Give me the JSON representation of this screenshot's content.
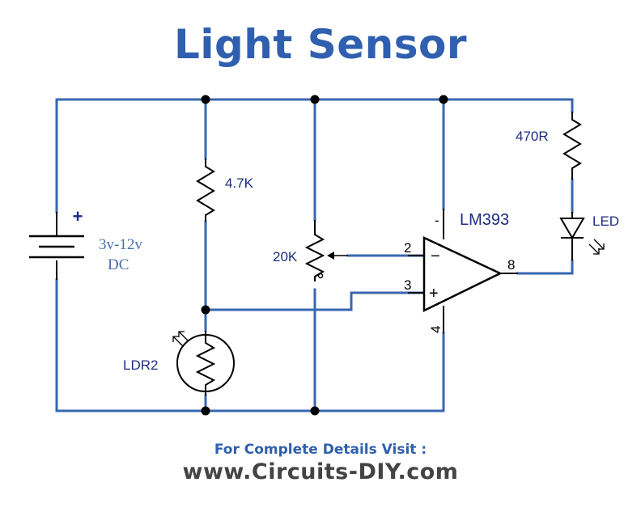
{
  "title": "Light Sensor",
  "footer": {
    "line1": "For Complete Details Visit :",
    "line2": "www.Circuits-DIY.com"
  },
  "labels": {
    "battery_plus": "+",
    "battery_voltage": "3v-12v",
    "battery_type": "DC",
    "resistor_1": "4.7K",
    "potentiometer": "20K",
    "ldr": "LDR2",
    "resistor_led": "470R",
    "led": "LED",
    "opamp": "LM393",
    "pin_2": "2",
    "pin_3": "3",
    "pin_4": "4",
    "pin_8": "8",
    "inv_minus": "-",
    "in_minus": "−",
    "in_plus": "+"
  },
  "colors": {
    "title": "#2f5fae",
    "wire": "#3867b0",
    "component": "#000000",
    "label": "#1d2c80",
    "footer_url": "#444444"
  }
}
